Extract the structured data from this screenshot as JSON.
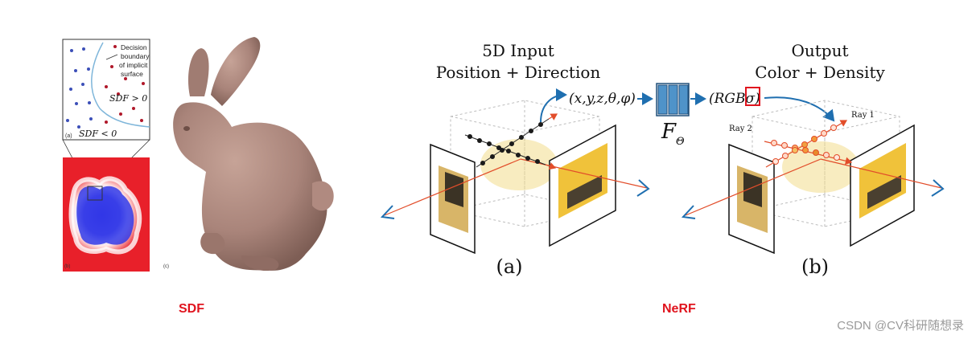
{
  "sdf": {
    "inset_a": {
      "legend_lines": [
        "Decision",
        "boundary",
        "of implicit",
        "surface"
      ],
      "label_gt": "SDF > 0",
      "label_lt": "SDF < 0",
      "panel_tag": "(a)"
    },
    "panel_b_tag": "(b)",
    "panel_c_tag": "(c)",
    "caption": "SDF"
  },
  "nerf": {
    "input_title_line1": "5D Input",
    "input_title_line2": "Position + Direction",
    "input_tuple": "(x,y,z,θ,φ)",
    "network_label": "F",
    "network_subscript": "Θ",
    "output_tuple": "(RGBσ)",
    "output_title_line1": "Output",
    "output_title_line2": "Color + Density",
    "ray1": "Ray 1",
    "ray2": "Ray 2",
    "panel_a": "(a)",
    "panel_b": "(b)",
    "caption": "NeRF"
  },
  "watermark": "CSDN @CV科研随想录",
  "colors": {
    "caption_red": "#e0141e",
    "arrow_blue": "#1f6fb0",
    "network_blue": "#4f93c9",
    "bunny": "#a9847a",
    "sdf_red": "#e8202a",
    "sdf_blue": "#2b34e0",
    "ray_red": "#e24d2a"
  }
}
